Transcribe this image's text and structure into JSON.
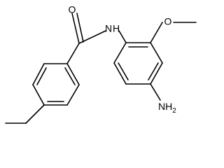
{
  "molecule": {
    "atoms": {
      "carbonyl_oxygen": "O",
      "amide_nitrogen": "N",
      "amide_hydrogen": "H",
      "methoxy_oxygen": "O",
      "amine": "NH",
      "amine_subscript": "2"
    },
    "colors": {
      "bond": "#000000",
      "label": "#000000",
      "background": "#ffffff"
    }
  }
}
